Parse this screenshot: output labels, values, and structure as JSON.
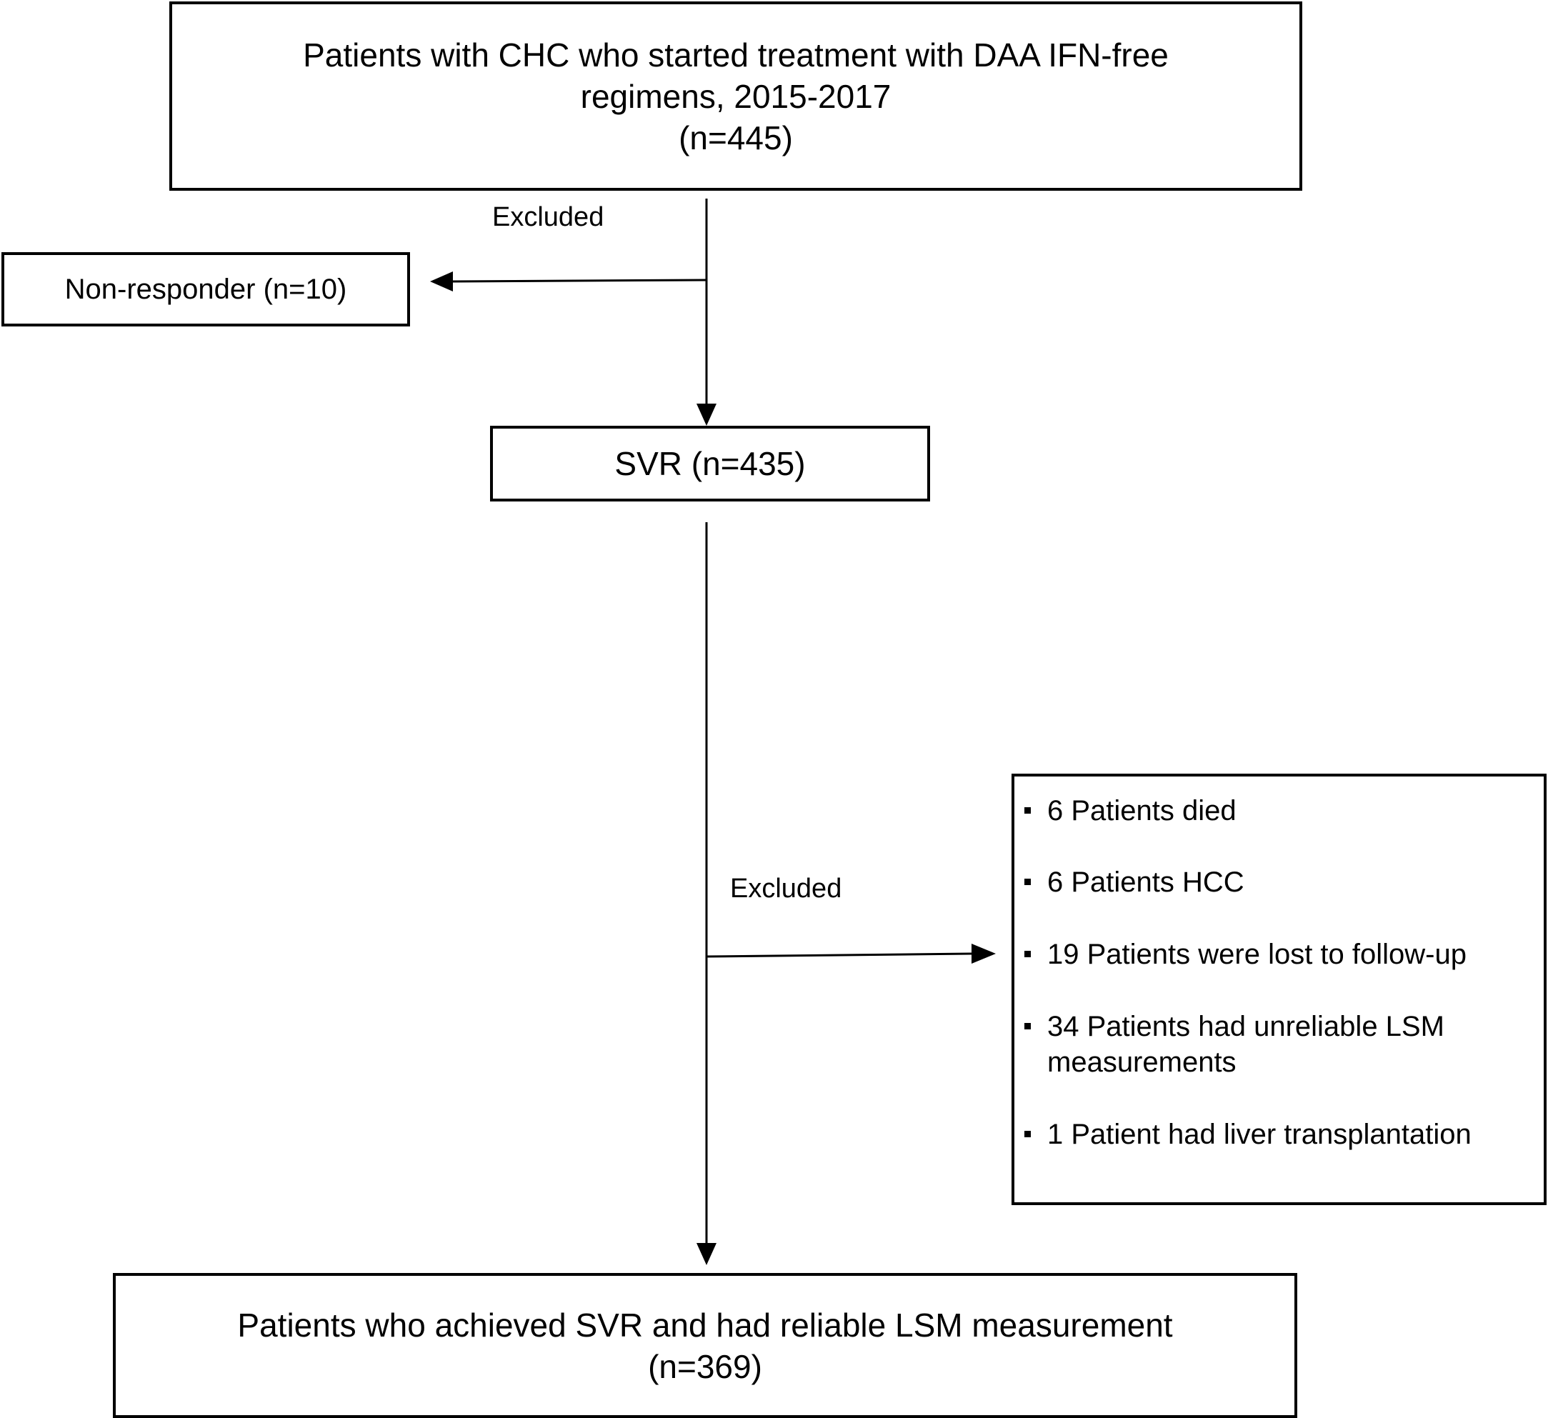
{
  "flowchart": {
    "start_box": {
      "lines": [
        "Patients with CHC who started treatment with DAA IFN-free",
        "regimens, 2015-2017",
        "(n=445)"
      ]
    },
    "first_exclusion": {
      "label": "Excluded",
      "box_text": "Non-responder (n=10)"
    },
    "svr_box": {
      "text": "SVR (n=435)"
    },
    "second_exclusion": {
      "label": "Excluded",
      "items": [
        "6 Patients died",
        "6 Patients HCC",
        "19 Patients were lost to follow-up",
        "34 Patients had unreliable LSM measurements",
        "1 Patient had liver transplantation"
      ]
    },
    "final_box": {
      "lines": [
        "Patients who achieved SVR and had reliable LSM measurement",
        "(n=369)"
      ]
    }
  }
}
